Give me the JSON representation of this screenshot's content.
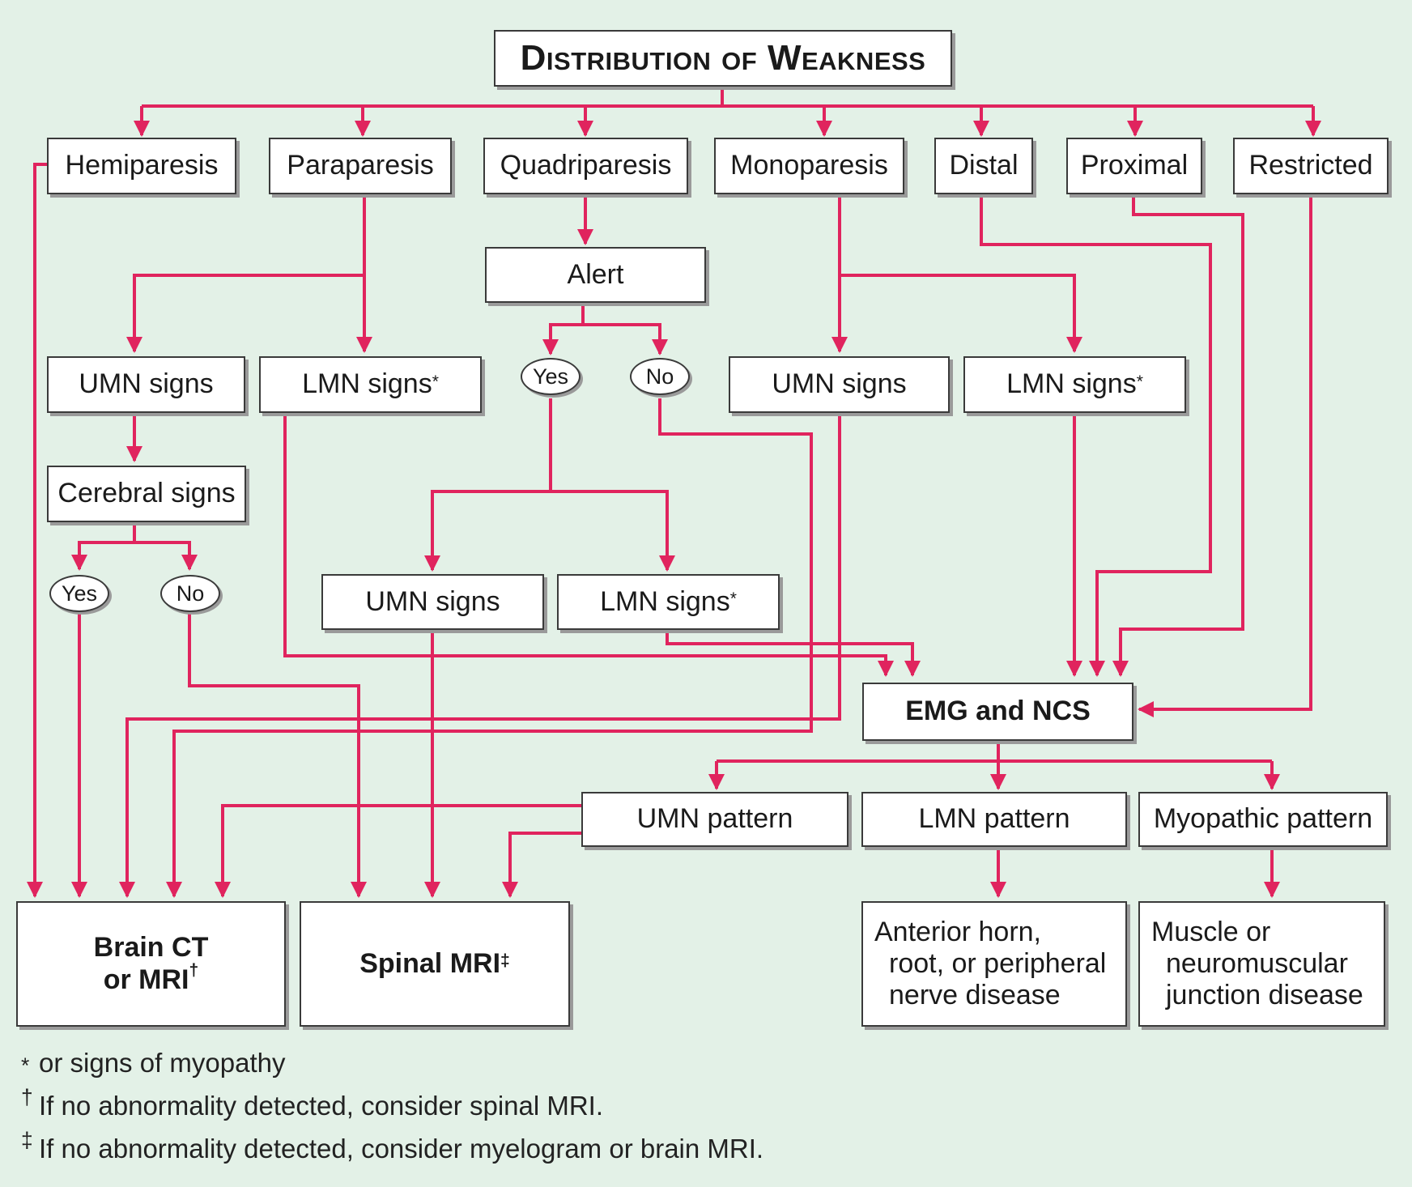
{
  "title": "Distribution of Weakness",
  "categories": {
    "hemiparesis": "Hemiparesis",
    "paraparesis": "Paraparesis",
    "quadriparesis": "Quadriparesis",
    "monoparesis": "Monoparesis",
    "distal": "Distal",
    "proximal": "Proximal",
    "restricted": "Restricted"
  },
  "nodes": {
    "alert": "Alert",
    "umn_signs": "UMN signs",
    "lmn_signs": "LMN signs",
    "cerebral_signs": "Cerebral signs",
    "yes": "Yes",
    "no": "No",
    "emg_ncs": "EMG and NCS",
    "umn_pattern": "UMN pattern",
    "lmn_pattern": "LMN pattern",
    "myopathic_pattern": "Myopathic pattern"
  },
  "symbols": {
    "asterisk": "*",
    "dagger": "†",
    "double_dagger": "‡"
  },
  "outcomes": {
    "brain_line1": "Brain CT",
    "brain_line2": "or MRI",
    "spinal": "Spinal MRI",
    "anterior_line1": "Anterior horn,",
    "anterior_line2": "root, or peripheral",
    "anterior_line3": "nerve disease",
    "muscle_line1": "Muscle or",
    "muscle_line2": "neuromuscular",
    "muscle_line3": "junction disease"
  },
  "footnotes": {
    "asterisk": "or signs of myopathy",
    "dagger": "If no abnormality detected, consider spinal MRI.",
    "double_dagger": "If no abnormality detected, consider myelogram or brain MRI."
  },
  "colors": {
    "connector": "#e0245e",
    "background": "#e3f1e7"
  }
}
